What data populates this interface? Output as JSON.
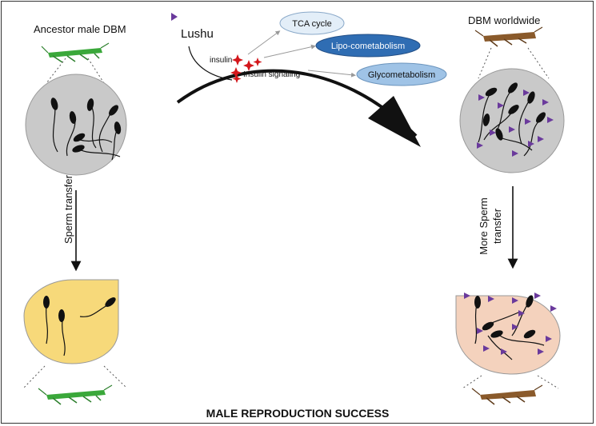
{
  "labels": {
    "ancestor": "Ancestor male DBM",
    "worldwide": "DBM worldwide",
    "lushu": "Lushu",
    "insulin": "insulin",
    "insulin_signaling": "Insulin signaling",
    "tca": "TCA cycle",
    "lipo": "Lipo-cometabolism",
    "glyco": "Glycometabolism",
    "sperm_transfer": "Sperm transfer",
    "more_sperm_line1": "More Sperm",
    "more_sperm_line2": "transfer",
    "footer": "MALE REPRODUCTION SUCCESS"
  },
  "colors": {
    "green_moth": "#3aa83a",
    "brown_moth": "#8a5a2b",
    "gray_disc": "#c9c9c9",
    "yellow_sac": "#f7d97a",
    "pink_sac": "#f4d2bd",
    "purple_marker": "#6a3a9c",
    "insulin_star": "#d3161b",
    "tca_fill": "#e3eef8",
    "lipo_fill": "#2f6db3",
    "glyco_fill": "#9fc3e6"
  },
  "icons": {
    "moth": "moth-icon",
    "sperm": "sperm-icon",
    "lushu_marker": "purple-triangle-icon",
    "insulin_marker": "red-star-icon"
  }
}
